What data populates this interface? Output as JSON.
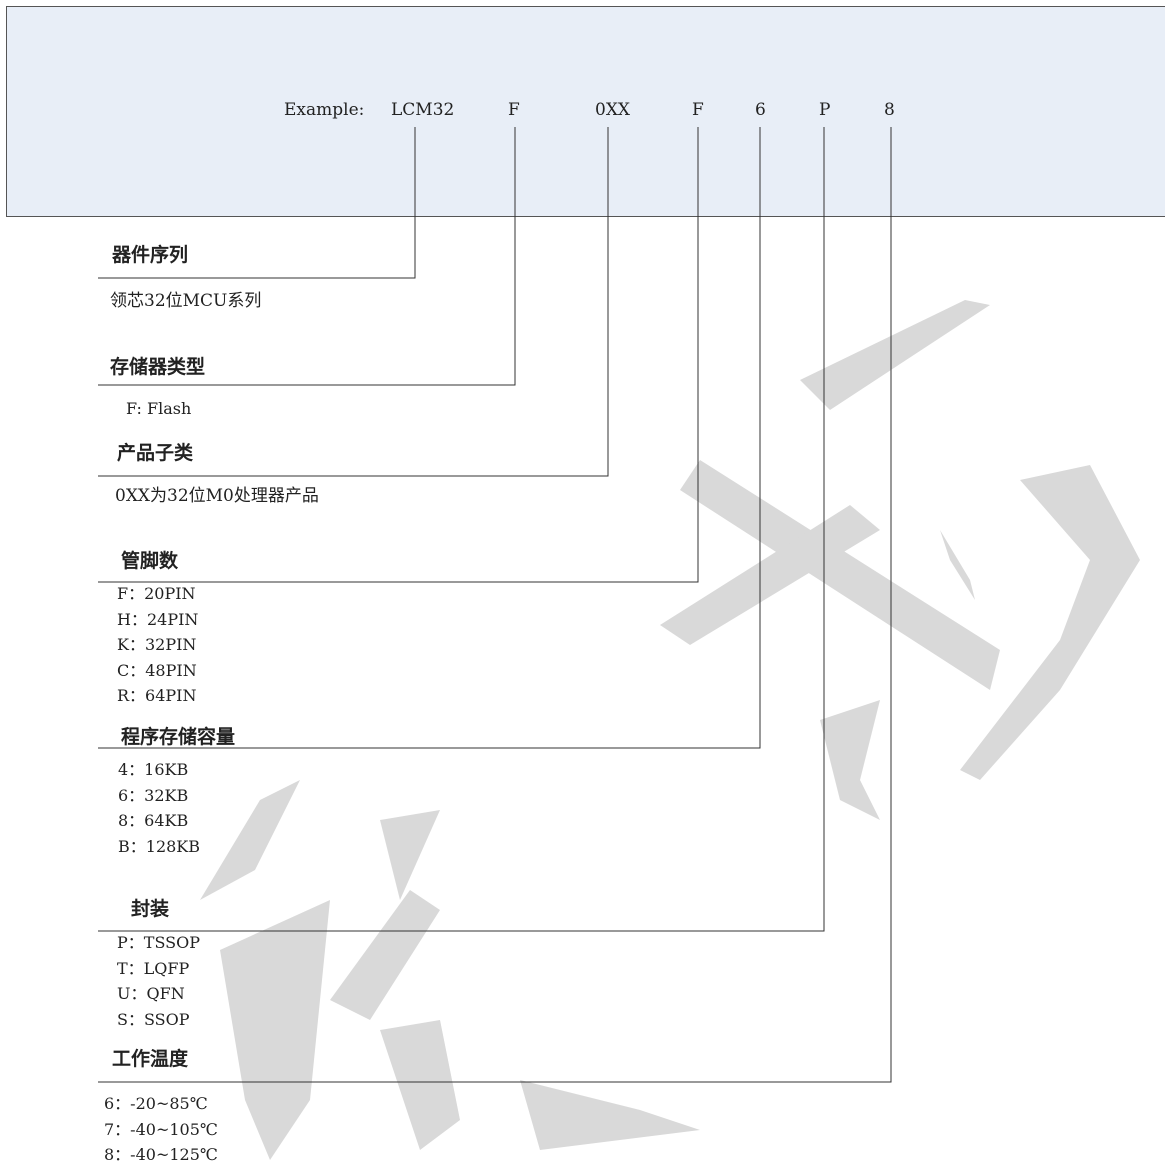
{
  "example": {
    "label": "Example:",
    "parts": [
      "LCM32",
      "F",
      "0XX",
      "F",
      "6",
      "P",
      "8"
    ]
  },
  "sections": [
    {
      "title": "器件序列",
      "description": "领芯32位MCU系列"
    },
    {
      "title": "存储器类型",
      "options": [
        "F: Flash"
      ]
    },
    {
      "title": "产品子类",
      "description": "0XX为32位M0处理器产品"
    },
    {
      "title": "管脚数",
      "options": [
        "F：20PIN",
        "H：24PIN",
        "K：32PIN",
        "C：48PIN",
        "R：64PIN"
      ]
    },
    {
      "title": "程序存储容量",
      "options": [
        "4：16KB",
        "6：32KB",
        "8：64KB",
        "B：128KB"
      ]
    },
    {
      "title": "封装",
      "options": [
        "P：TSSOP",
        "T：LQFP",
        "U：QFN",
        "S：SSOP"
      ]
    },
    {
      "title": "工作温度",
      "options": [
        "6：-20~85℃",
        "7：-40~105℃",
        "8：-40~125℃"
      ]
    }
  ],
  "colors": {
    "header_bg": "#e8eef7",
    "line": "#333333",
    "watermark": "#d9d9d9"
  }
}
